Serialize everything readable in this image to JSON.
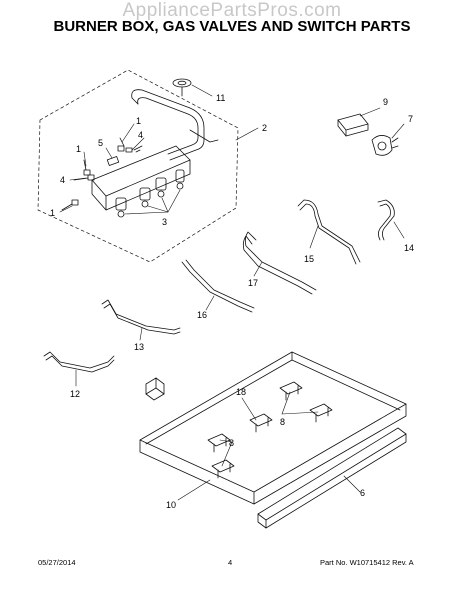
{
  "watermark": "AppliancePartsPros.com",
  "title": "BURNER BOX, GAS VALVES AND SWITCH PARTS",
  "footer": {
    "date": "05/27/2014",
    "page": "4",
    "part": "Part No.  W10715412  Rev.  A"
  },
  "callouts": {
    "c11": "11",
    "c2": "2",
    "c9": "9",
    "c7": "7",
    "c1a": "1",
    "c1b": "1",
    "c1c": "1",
    "c5": "5",
    "c4a": "4",
    "c4b": "4",
    "c3": "3",
    "c15": "15",
    "c14": "14",
    "c17": "17",
    "c16": "16",
    "c13": "13",
    "c12": "12",
    "c18": "18",
    "c8a": "8",
    "c8b": "8",
    "c10": "10",
    "c6": "6"
  }
}
